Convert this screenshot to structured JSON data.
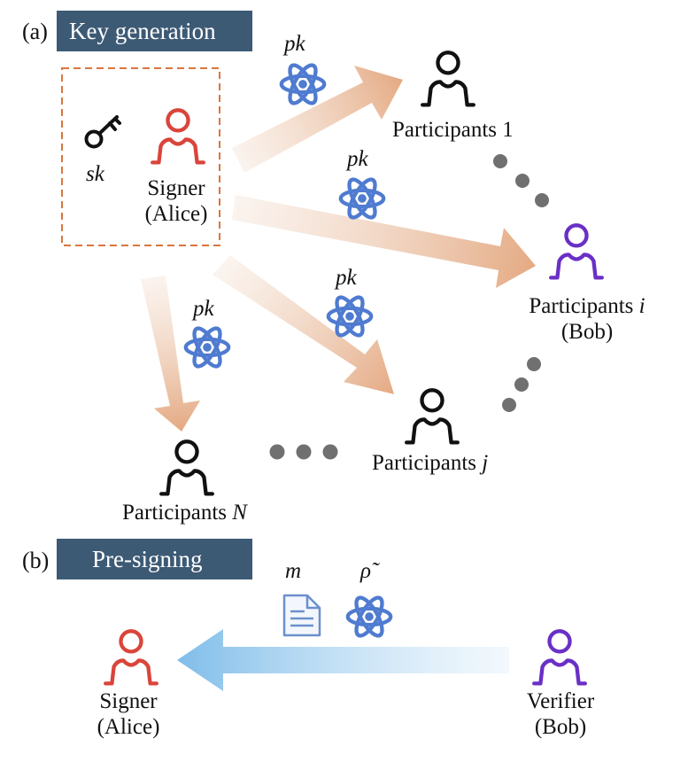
{
  "panel_a": {
    "label": "(a)",
    "title": "Key generation",
    "secret_key": "sk",
    "signer": {
      "line1": "Signer",
      "line2": "(Alice)"
    },
    "public_key": "pk",
    "participant_1": {
      "name": "Participants ",
      "index": "1"
    },
    "participant_i": {
      "name": "Participants ",
      "index": "i",
      "line2": "(Bob)"
    },
    "participant_j": {
      "name": "Participants ",
      "index": "j"
    },
    "participant_N": {
      "name": "Participants ",
      "index": "N"
    }
  },
  "panel_b": {
    "label": "(b)",
    "title": "Pre-signing",
    "message": "m",
    "state": "ρ̃",
    "signer": {
      "line1": "Signer",
      "line2": "(Alice)"
    },
    "verifier": {
      "line1": "Verifier",
      "line2": "(Bob)"
    }
  },
  "colors": {
    "banner": "#3d5a75",
    "signer": "#d9453a",
    "bob": "#6a2fc6",
    "participant": "#111111",
    "quantum_icon": "#4f7bd0",
    "key_arrow": "#e8b48f",
    "presign_arrow": "#8fc5ec",
    "dots": "#707070",
    "dashed_box": "#d9763f"
  },
  "icons": [
    "key-icon",
    "person-icon",
    "atom-icon",
    "document-icon",
    "ellipsis-dots"
  ]
}
